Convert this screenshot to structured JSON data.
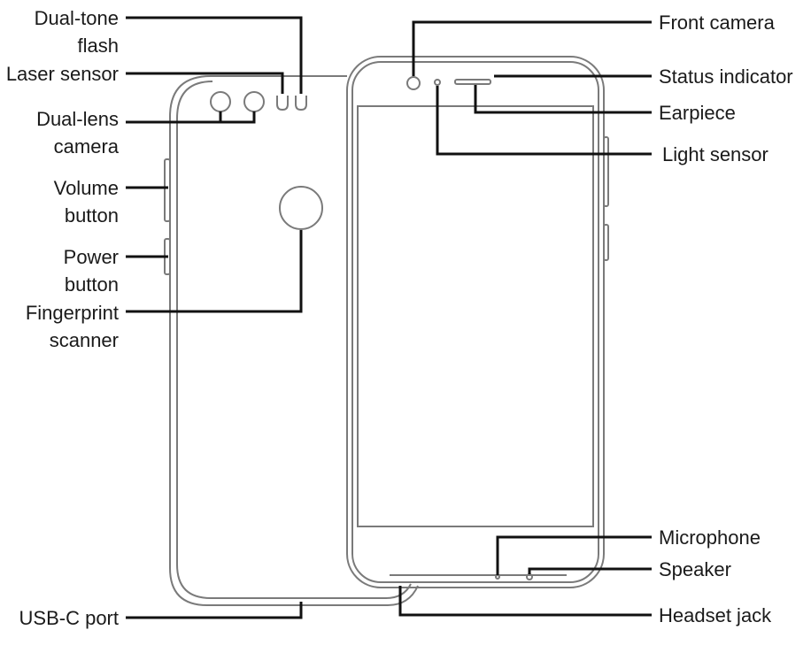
{
  "colors": {
    "text": "#1a1a1a",
    "leader": "#111111",
    "outline": "#7a7a7a",
    "background": "#ffffff"
  },
  "labels": {
    "dual_tone_flash_1": "Dual-tone",
    "dual_tone_flash_2": "flash",
    "laser_sensor": "Laser sensor",
    "dual_lens_camera_1": "Dual-lens",
    "dual_lens_camera_2": "camera",
    "volume_button_1": "Volume",
    "volume_button_2": "button",
    "power_button_1": "Power",
    "power_button_2": "button",
    "fingerprint_scanner_1": "Fingerprint",
    "fingerprint_scanner_2": "scanner",
    "usb_c_port": "USB-C port",
    "front_camera": "Front camera",
    "status_indicator": "Status indicator",
    "earpiece": "Earpiece",
    "light_sensor": "Light sensor",
    "microphone": "Microphone",
    "speaker": "Speaker",
    "headset_jack": "Headset jack"
  }
}
